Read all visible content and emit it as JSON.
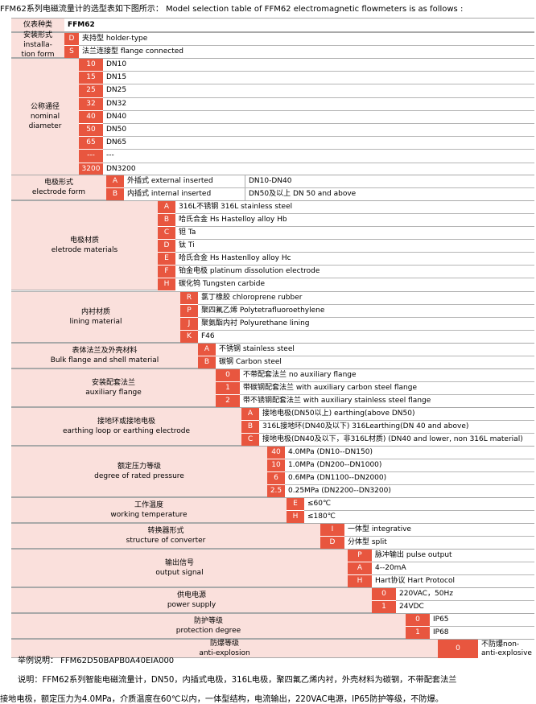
{
  "header_text": "FFM62系列电磁流量计的选型表如下图所示：    Model selection table of FFM62 electromagnetic flowmeters is as follows :",
  "top_row": {
    "label": "仪表种类",
    "value": "FFM62"
  },
  "blocks": [
    {
      "label_cn": "安装形式",
      "label_en": [
        "installa-",
        "tion form"
      ],
      "rows": [
        {
          "code": "D",
          "text": "夹持型  holder-type"
        },
        {
          "code": "S",
          "text": "法兰连接型  flange connected"
        }
      ]
    },
    {
      "label_cn": "公称通径",
      "label_en": [
        "nominal",
        "diameter"
      ],
      "rows": [
        {
          "code": "10",
          "text": "DN10"
        },
        {
          "code": "15",
          "text": "DN15"
        },
        {
          "code": "25",
          "text": "DN25"
        },
        {
          "code": "32",
          "text": "DN32"
        },
        {
          "code": "40",
          "text": "DN40"
        },
        {
          "code": "50",
          "text": "DN50"
        },
        {
          "code": "65",
          "text": "DN65"
        },
        {
          "code": "---",
          "text": "---"
        },
        {
          "code": "3200",
          "text": "DN3200"
        }
      ]
    },
    {
      "label_cn": "电极形式",
      "label_en": [
        "electrode form"
      ],
      "rows": [
        {
          "code": "A",
          "text": "外插式  external inserted",
          "extra": "DN10-DN40"
        },
        {
          "code": "B",
          "text": "内插式  internal inserted",
          "extra": "DN50及以上   DN 50 and above"
        }
      ]
    },
    {
      "label_cn": "电极材质",
      "label_en": [
        "eletrode materials"
      ],
      "rows": [
        {
          "code": "A",
          "text": "316L不锈钢  316L stainless steel"
        },
        {
          "code": "B",
          "text": "哈氏合金  Hs Hastelloy alloy Hb"
        },
        {
          "code": "C",
          "text": "钽  Ta"
        },
        {
          "code": "D",
          "text": "钛  Ti"
        },
        {
          "code": "E",
          "text": "哈氏合金  Hs Hastenlloy alloy Hc"
        },
        {
          "code": "F",
          "text": "铂金电极  platinum dissolution electrode"
        },
        {
          "code": "H",
          "text": "碳化钨  Tungsten carbide"
        }
      ]
    },
    {
      "label_cn": "内衬材质",
      "label_en": [
        "lining material"
      ],
      "rows": [
        {
          "code": "R",
          "text": "氯丁橡胶  chloroprene rubber"
        },
        {
          "code": "P",
          "text": "聚四氟乙烯  Polytetrafluoroethylene"
        },
        {
          "code": "J",
          "text": "聚氨酯内衬  Polyurethane lining"
        },
        {
          "code": "K",
          "text": "F46"
        }
      ]
    },
    {
      "label_cn": "表体法兰及外壳材料",
      "label_en": [
        "Bulk flange and shell material"
      ],
      "rows": [
        {
          "code": "A",
          "text": "不锈钢  stainless steel"
        },
        {
          "code": "B",
          "text": "碳钢  Carbon steel"
        }
      ]
    },
    {
      "label_cn": "安装配套法兰",
      "label_en": [
        "auxiliary flange"
      ],
      "rows": [
        {
          "code": "0",
          "text": "不带配套法兰  no auxiliary flange"
        },
        {
          "code": "1",
          "text": "带碳钢配套法兰  with auxiliary carbon steel flange"
        },
        {
          "code": "2",
          "text": "带不锈钢配套法兰  with auxiliary stainless steel flange"
        }
      ]
    },
    {
      "label_cn": "接地环或接地电极",
      "label_en": [
        "earthing loop or earthing electrode"
      ],
      "rows": [
        {
          "code": "A",
          "text": "接地电极(DN50以上)  earthing(above DN50)"
        },
        {
          "code": "B",
          "text": "316L接地环(DN40及以下) 316Learthing(DN 40 and above)"
        },
        {
          "code": "C",
          "text": "接地电极(DN40及以下，非316L材质) (DN40 and lower, non 316L material)"
        }
      ]
    },
    {
      "label_cn": "额定压力等级",
      "label_en": [
        "degree of rated pressure"
      ],
      "rows": [
        {
          "code": "40",
          "text": "4.0MPa  (DN10--DN150)"
        },
        {
          "code": "10",
          "text": "1.0MPa  (DN200--DN1000)"
        },
        {
          "code": "6",
          "text": "0.6MPa  (DN1100--DN2000)"
        },
        {
          "code": "2.5",
          "text": "0.25MPa  (DN2200--DN3200)"
        }
      ]
    },
    {
      "label_cn": "工作温度",
      "label_en": [
        "working temperature"
      ],
      "rows": [
        {
          "code": "E",
          "text": "≤60℃"
        },
        {
          "code": "H",
          "text": "≤180℃"
        }
      ]
    },
    {
      "label_cn": "转换器形式",
      "label_en": [
        "structure of converter"
      ],
      "rows": [
        {
          "code": "I",
          "text": "一体型  integrative"
        },
        {
          "code": "D",
          "text": "分体型  split"
        }
      ]
    },
    {
      "label_cn": "输出信号",
      "label_en": [
        "output signal"
      ],
      "rows": [
        {
          "code": "P",
          "text": "脉冲输出  pulse output"
        },
        {
          "code": "A",
          "text": "4--20mA"
        },
        {
          "code": "H",
          "text": "Hart协议  Hart Protocol"
        }
      ]
    },
    {
      "label_cn": "供电电源",
      "label_en": [
        "power supply"
      ],
      "rows": [
        {
          "code": "0",
          "text": "220VAC，50Hz"
        },
        {
          "code": "1",
          "text": "24VDC"
        }
      ]
    },
    {
      "label_cn": "防护等级",
      "label_en": [
        "protection degree"
      ],
      "rows": [
        {
          "code": "0",
          "text": "IP65"
        },
        {
          "code": "1",
          "text": "IP68"
        }
      ]
    },
    {
      "label_cn": "防爆等级",
      "label_en": [
        "anti-explosion"
      ],
      "rows": [
        {
          "code": "0",
          "text": "不防爆non-anti-explosive"
        }
      ]
    }
  ],
  "footer": {
    "example": "举例说明：  FFM62D50BAPB0A40EIA000",
    "note_line1": "说明：FFM62系列智能电磁流量计，DN50，内插式电极，316L电极，聚四氟乙烯内衬，外壳材料为碳钢，不带配套法兰",
    "note_line2": "接地电极，额定压力为4.0MPa，介质温度在60℃以内，一体型结构，电流输出，220VAC电源，IP65防护等级，不防爆。"
  },
  "colors": {
    "code_bg": "#e8563f",
    "label_bg": "#fae0dc"
  }
}
